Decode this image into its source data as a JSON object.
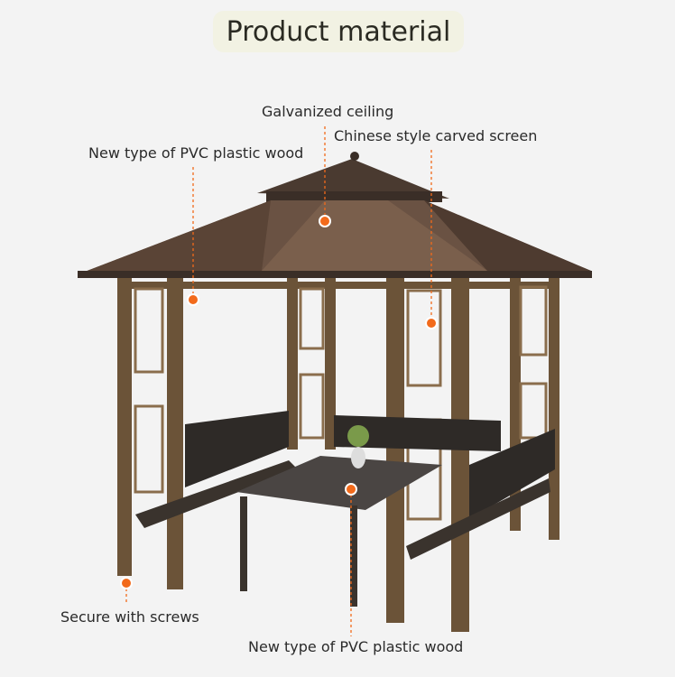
{
  "title": "Product material",
  "callouts": {
    "ceiling": "Galvanized ceiling",
    "pvc_top": "New type of PVC plastic wood",
    "screen": "Chinese style carved screen",
    "screws": "Secure with screws",
    "pvc_bottom": "New type of PVC plastic wood"
  },
  "colors": {
    "accent": "#f26a1b",
    "frame": "#6b5338",
    "roof": "#5a4436"
  }
}
